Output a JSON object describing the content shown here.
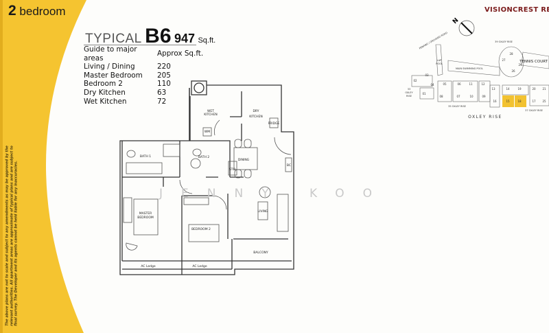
{
  "page": {
    "category_prefix": "2",
    "category_label": " bedroom",
    "disclaimer": "The above plans are not to scale and subject to any amendments as may be approved by the relevant authorities. All apartment areas are approximate of typical plans and are subject to final survey. The Developer and its agents cannot be held liable for any inaccuracies.",
    "brand": "VISIONCREST RESIDE",
    "watermark": "JENNY KOO",
    "accent_color": "#f5c430",
    "highlight_color": "#f2c230"
  },
  "unit": {
    "typical_label": "TYPICAL",
    "type": "B6",
    "size": "947",
    "size_unit": "Sq.ft."
  },
  "areas": {
    "header_area": "Guide to major areas",
    "header_size": "Approx Sq.ft.",
    "rows": [
      {
        "name": "Living / Dining",
        "size": "220"
      },
      {
        "name": "Master Bedroom",
        "size": "205"
      },
      {
        "name": "Bedroom 2",
        "size": "110"
      },
      {
        "name": "Dry Kitchen",
        "size": "63"
      },
      {
        "name": "Wet Kitchen",
        "size": "72"
      }
    ]
  },
  "floorplan": {
    "wet_kitchen_1": "WET",
    "wet_kitchen_2": "KITCHEN",
    "dry_kitchen_1": "DRY",
    "dry_kitchen_2": "KITCHEN",
    "fridge": "FRIDGE",
    "wm": "WM",
    "bc": "BC",
    "bath1": "BATH 1",
    "bath2": "BATH 2",
    "store": "STO.",
    "dining": "DINING",
    "living": "LIVING",
    "master_1": "MASTER",
    "master_2": "BEDROOM",
    "bedroom2": "BEDROOM 2",
    "balcony": "BALCONY",
    "ac_ledge_1": "AC Ledge",
    "ac_ledge_2": "AC Ledge"
  },
  "siteplan": {
    "north": "N",
    "road_penang": "PENANG / ORCHARD ROAD",
    "oxley_39": "39 OXLEY RISE",
    "oxley_33a": "33",
    "oxley_33b": "OXLEY",
    "oxley_33c": "RISE",
    "oxley_35": "35 OXLEY RISE",
    "oxley_37": "37 OXLEY RISE",
    "oxley_rise": "OXLEY   RISE",
    "lap_pool_1": "LAP",
    "lap_pool_2": "POOL",
    "main_pool": "MAIN SWIMMING POOL",
    "tennis": "TENNIS COURT",
    "units": [
      "01",
      "02",
      "03",
      "04",
      "05",
      "06",
      "07",
      "08",
      "09",
      "10",
      "11",
      "12",
      "13",
      "14",
      "15",
      "16",
      "17",
      "18",
      "19",
      "20",
      "21",
      "25",
      "26",
      "27",
      "28",
      "29"
    ],
    "highlighted_units": [
      "15",
      "18"
    ]
  }
}
